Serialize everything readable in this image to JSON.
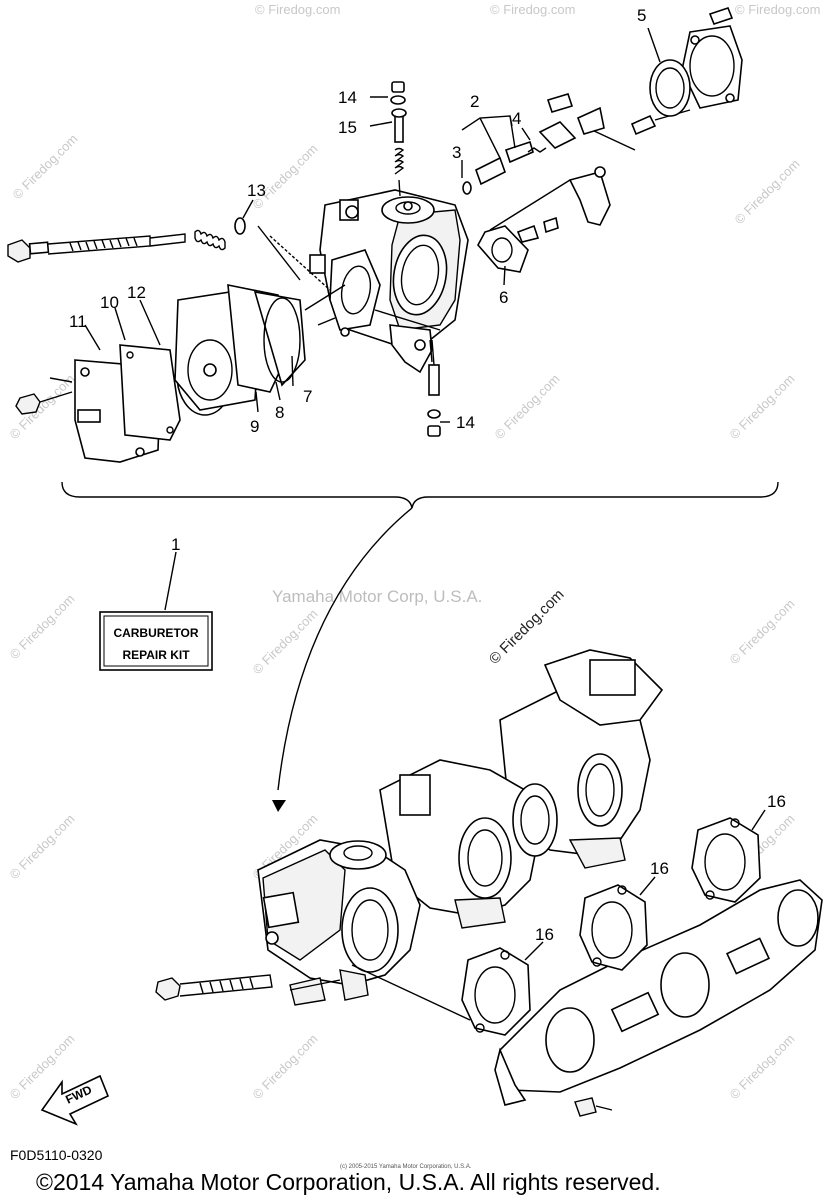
{
  "callouts": {
    "n1": "1",
    "n2": "2",
    "n3": "3",
    "n4": "4",
    "n5": "5",
    "n6": "6",
    "n7": "7",
    "n8": "8",
    "n9": "9",
    "n10": "10",
    "n11": "11",
    "n12": "12",
    "n13": "13",
    "n14a": "14",
    "n14b": "14",
    "n15": "15",
    "n16a": "16",
    "n16b": "16",
    "n16c": "16"
  },
  "kit_label": {
    "line1": "CARBURETOR",
    "line2": "REPAIR KIT"
  },
  "fwd_label": "FWD",
  "watermark_main": "Yamaha Motor Corp, U.S.A.",
  "watermark_site": "© Firedog.com",
  "watermark_repeat": "© Firedog.com",
  "diagram_code": "F0D5110-0320",
  "small_print": "(c) 2005-2015 Yamaha Motor Corporation, U.S.A.",
  "copyright": "©2014 Yamaha Motor Corporation, U.S.A. All rights reserved."
}
